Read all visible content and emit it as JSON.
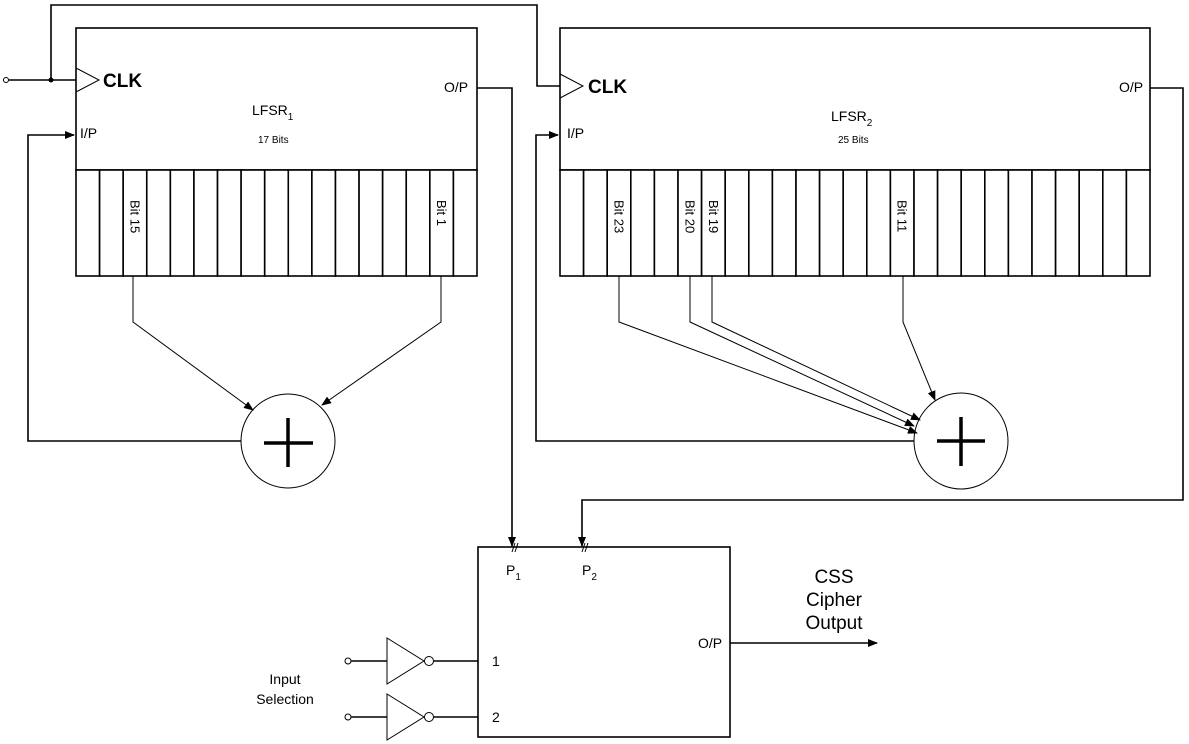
{
  "diagram": {
    "title": "CSS Cipher LFSR structure",
    "lfsr1": {
      "name": "LFSR",
      "subscript": "1",
      "size_label": "17 Bits",
      "bit_count": 17,
      "clk_label": "CLK",
      "input_label": "I/P",
      "output_label": "O/P",
      "taps": [
        {
          "label": "Bit 15",
          "cell_index": 2
        },
        {
          "label": "Bit 1",
          "cell_index": 15
        }
      ]
    },
    "lfsr2": {
      "name": "LFSR",
      "subscript": "2",
      "size_label": "25 Bits",
      "bit_count": 25,
      "clk_label": "CLK",
      "input_label": "I/P",
      "output_label": "O/P",
      "taps": [
        {
          "label": "Bit 23",
          "cell_index": 2
        },
        {
          "label": "Bit 20",
          "cell_index": 5
        },
        {
          "label": "Bit 19",
          "cell_index": 6
        },
        {
          "label": "Bit 11",
          "cell_index": 14
        }
      ]
    },
    "xor_symbol": "+",
    "combiner": {
      "p1_label": "P",
      "p1_sub": "1",
      "p2_label": "P",
      "p2_sub": "2",
      "input1_label": "1",
      "input2_label": "2",
      "output_label": "O/P"
    },
    "input_selection_label_line1": "Input",
    "input_selection_label_line2": "Selection",
    "output_title_line1": "CSS",
    "output_title_line2": "Cipher",
    "output_title_line3": "Output"
  }
}
